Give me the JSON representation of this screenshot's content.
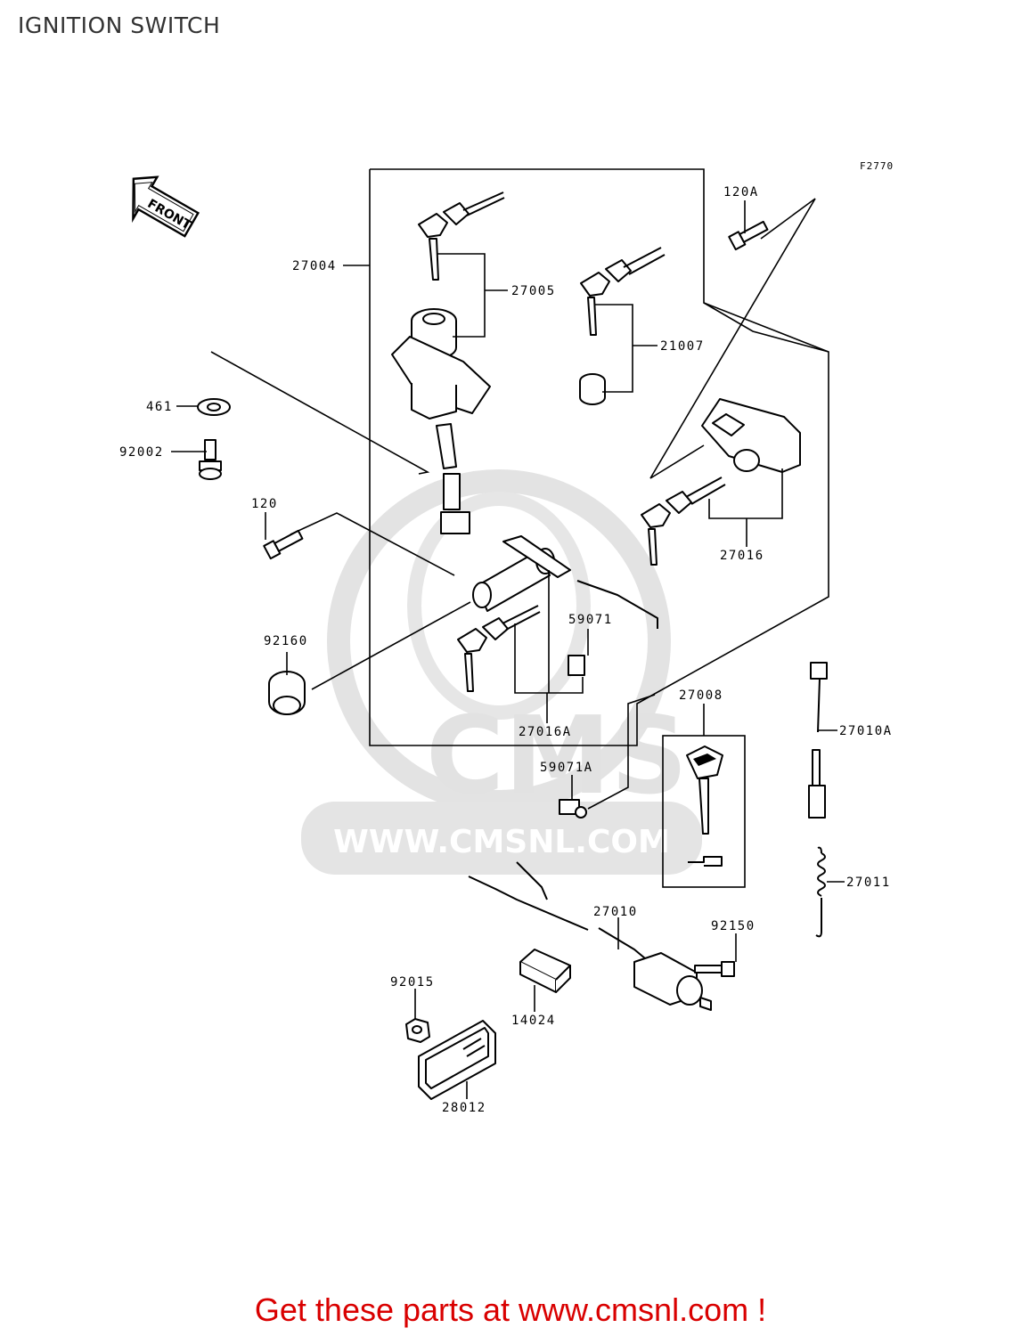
{
  "title": "IGNITION SWITCH",
  "figure_code": "F2770",
  "front_label": "FRONT",
  "watermark": "WWW.CMSNL.COM",
  "watermark_logo": "CMS",
  "footer_text": "Get these parts at www.cmsnl.com !",
  "colors": {
    "footer": "#d90000",
    "watermark": "#d8d8d8",
    "line": "#000000"
  },
  "part_labels": {
    "p27004": "27004",
    "p27005": "27005",
    "p21007": "21007",
    "p120A": "120A",
    "p461": "461",
    "p92002": "92002",
    "p120": "120",
    "p27016": "27016",
    "p59071": "59071",
    "p92160": "92160",
    "p27016A": "27016A",
    "p27008": "27008",
    "p27010A": "27010A",
    "p59071A": "59071A",
    "p27011": "27011",
    "p27010": "27010",
    "p92150": "92150",
    "p92015": "92015",
    "p14024": "14024",
    "p28012": "28012"
  }
}
